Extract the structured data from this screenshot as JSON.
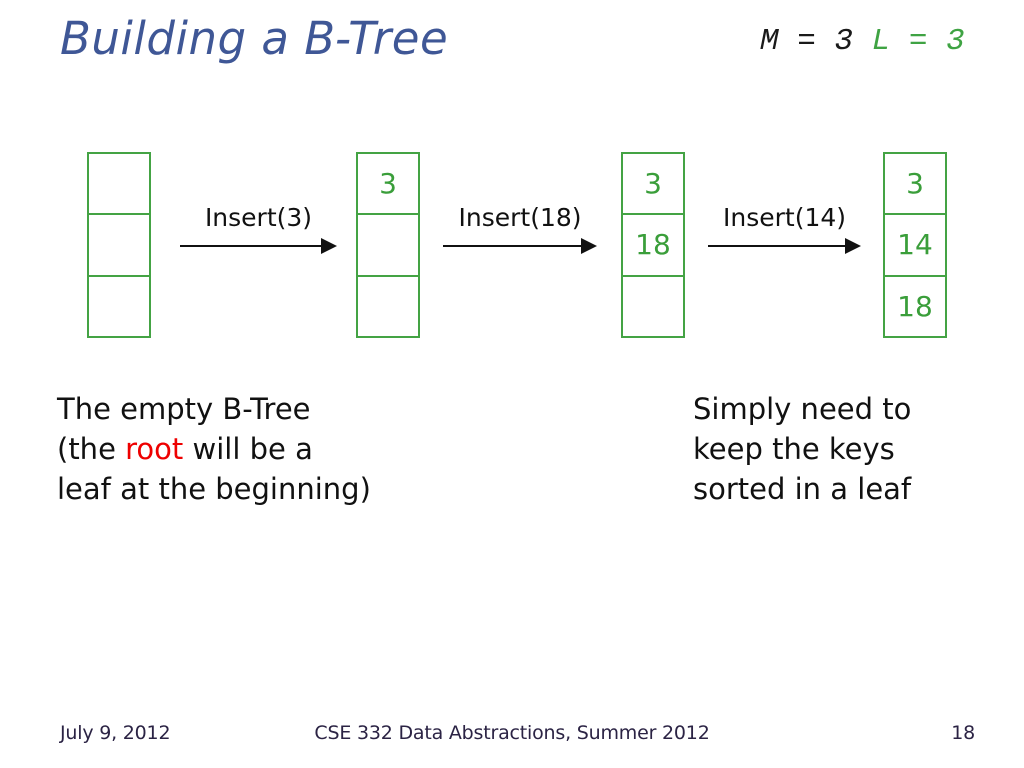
{
  "slide": {
    "title": "Building a B-Tree",
    "params": {
      "m_label": "M = 3",
      "l_label": "L = 3"
    },
    "colors": {
      "title_blue": "#3F5796",
      "tree_green": "#44A344",
      "key_green": "#3A9E3A",
      "highlight_red": "#EE0000",
      "footer_navy": "#2B2344",
      "text_black": "#111111"
    }
  },
  "diagram": {
    "nodes": [
      {
        "name": "empty-root",
        "cells": [
          "",
          "",
          ""
        ]
      },
      {
        "name": "after-insert-3",
        "cells": [
          "3",
          "",
          ""
        ]
      },
      {
        "name": "after-insert-18",
        "cells": [
          "3",
          "18",
          ""
        ]
      },
      {
        "name": "after-insert-14",
        "cells": [
          "3",
          "14",
          "18"
        ]
      }
    ],
    "arrows": [
      {
        "label": "Insert(3)"
      },
      {
        "label": "Insert(18)"
      },
      {
        "label": "Insert(14)"
      }
    ]
  },
  "captions": {
    "left": {
      "line1": "The empty B-Tree",
      "line2_pre": "(the ",
      "line2_highlight": "root",
      "line2_post": " will be a",
      "line3": "leaf at the beginning)"
    },
    "right": {
      "line1": "Simply need to",
      "line2": "keep the keys",
      "line3": "sorted in a leaf"
    }
  },
  "footer": {
    "date": "July 9, 2012",
    "course": "CSE 332 Data Abstractions, Summer 2012",
    "page": "18"
  }
}
